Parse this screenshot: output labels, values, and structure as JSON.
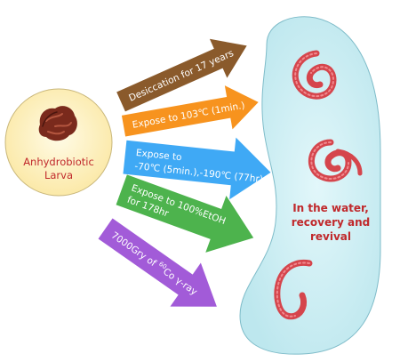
{
  "left_circle": {
    "label_line1": "Anhydrobiotic",
    "label_line2": "Larva"
  },
  "arrows": [
    {
      "lines": [
        "Desiccation for 17 years"
      ],
      "color": "#8a5a2b"
    },
    {
      "lines": [
        "Expose to 103℃ (1min.)"
      ],
      "color": "#f7931e"
    },
    {
      "lines": [
        "Expose to",
        "-70℃ (5min.),-190℃ (77hr)"
      ],
      "color": "#3fa9f5"
    },
    {
      "lines": [
        "Expose to 100%EtOH",
        "for 178hr"
      ],
      "color": "#4db34d"
    },
    {
      "line_pre": "7000Gry of ",
      "superscript": "60",
      "line_post": "Co γ-ray",
      "color": "#a25bd8"
    }
  ],
  "result": {
    "line1": "In the water,",
    "line2": "recovery and",
    "line3": "revival"
  },
  "colors": {
    "circle_fill": "#fff4c8",
    "circle_stroke": "#c9b77a",
    "capsule_fill": "#c6eef3",
    "capsule_stroke": "#7fbcc9",
    "text_red": "#c0282b"
  }
}
